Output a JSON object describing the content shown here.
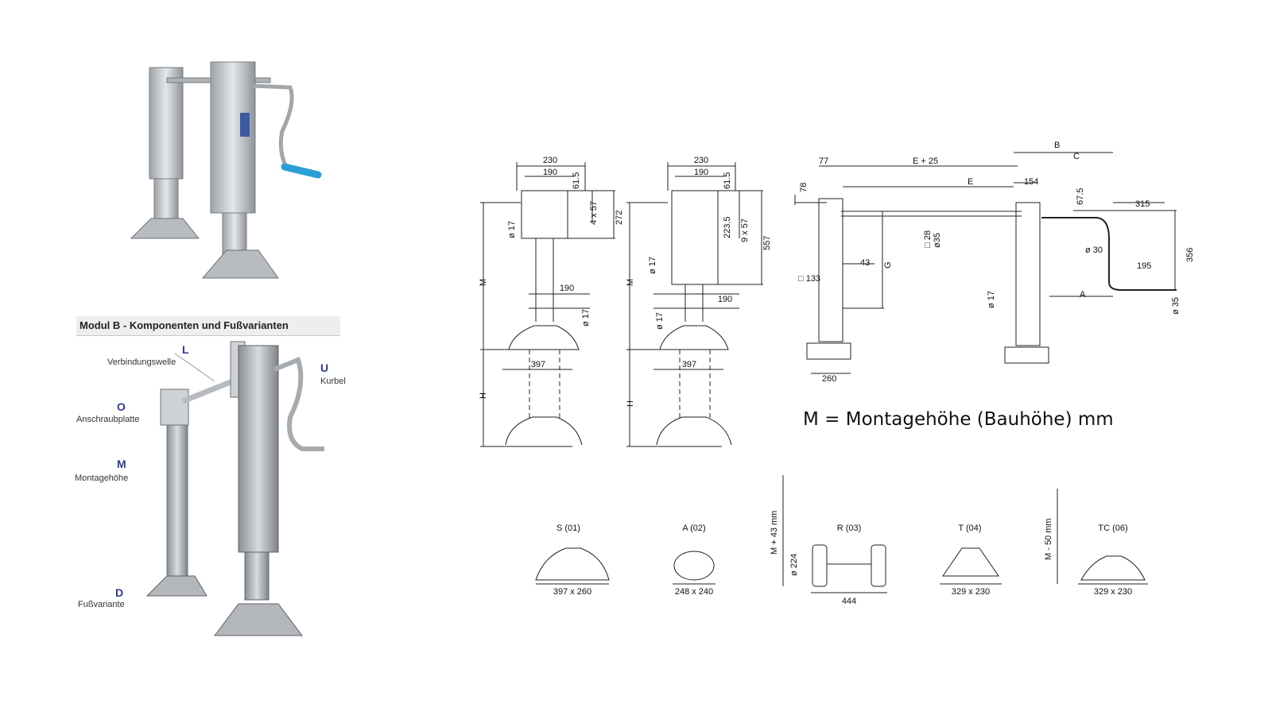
{
  "module_title": "Modul B - Komponenten und Fußvarianten",
  "components": [
    {
      "letter": "L",
      "label": "Verbindungswelle"
    },
    {
      "letter": "U",
      "label": "Kurbel"
    },
    {
      "letter": "O",
      "label": "Anschraubplatte"
    },
    {
      "letter": "M",
      "label": "Montagehöhe"
    },
    {
      "letter": "D",
      "label": "Fußvariante"
    }
  ],
  "legend": "M = Montagehöhe (Bauhöhe) mm",
  "drawing1": {
    "dims": [
      "230",
      "190",
      "61.5",
      "4 x 57",
      "272",
      "ø 17",
      "190",
      "ø 17",
      "397"
    ],
    "labels": [
      "M",
      "H"
    ]
  },
  "drawing2": {
    "dims": [
      "230",
      "190",
      "61.5",
      "223.5",
      "9 x 57",
      "557",
      "ø 17",
      "190",
      "ø 17",
      "397"
    ],
    "labels": [
      "M",
      "H"
    ]
  },
  "drawing3": {
    "dims": [
      "77",
      "E + 25",
      "B",
      "C",
      "78",
      "E",
      "154",
      "67.5",
      "315",
      "□ 28",
      "ø35",
      "ø 30",
      "356",
      "□ 133",
      "43",
      "G",
      "195",
      "A",
      "ø 17",
      "ø 35",
      "260"
    ]
  },
  "feet": [
    {
      "name": "S (01)",
      "size": "397 x 260"
    },
    {
      "name": "A (02)",
      "size": "248 x 240"
    },
    {
      "name": "R (03)",
      "size": "444",
      "extra": [
        "M + 43 mm",
        "ø 224"
      ]
    },
    {
      "name": "T (04)",
      "size": "329 x 230"
    },
    {
      "name": "TC (06)",
      "size": "329 x 230",
      "extra": [
        "M - 50 mm"
      ]
    }
  ],
  "colors": {
    "handle_grip": "#2a9fd6",
    "component_letter": "#2d3b8f",
    "metal": "#c4c8cc"
  }
}
